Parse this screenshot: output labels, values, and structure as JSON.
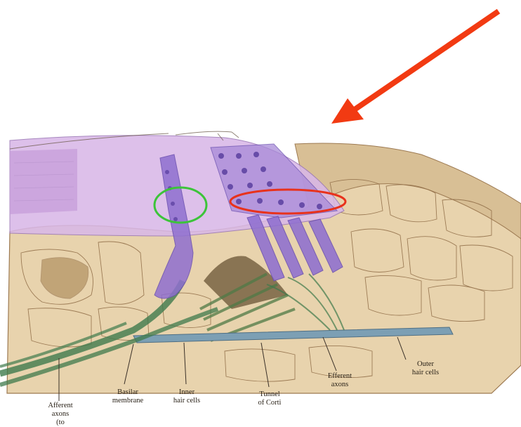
{
  "diagram": {
    "labels": {
      "afferent": {
        "lines": [
          "Afferent",
          "axons",
          "(to"
        ]
      },
      "basilar": {
        "lines": [
          "Basilar",
          "membrane"
        ]
      },
      "inner_hair": {
        "lines": [
          "Inner",
          "hair cells"
        ]
      },
      "tunnel": {
        "lines": [
          "Tunnel",
          "of Corti"
        ]
      },
      "efferent": {
        "lines": [
          "Efferent",
          "axons"
        ]
      },
      "outer_hair": {
        "lines": [
          "Outer",
          "hair cells"
        ]
      }
    },
    "annotations": {
      "arrow_color": "#f23a12",
      "inner_marker_color": "#3cc43a",
      "outer_marker_color": "#e8321c"
    },
    "colors": {
      "tectorial": "#d9b8e8",
      "hair_cell": "#8f6fd0",
      "tissue": "#e6cfa6",
      "tissue_dark": "#c8a47a",
      "nerve": "#3f7a4c",
      "basilar": "#7c9fb4"
    }
  }
}
